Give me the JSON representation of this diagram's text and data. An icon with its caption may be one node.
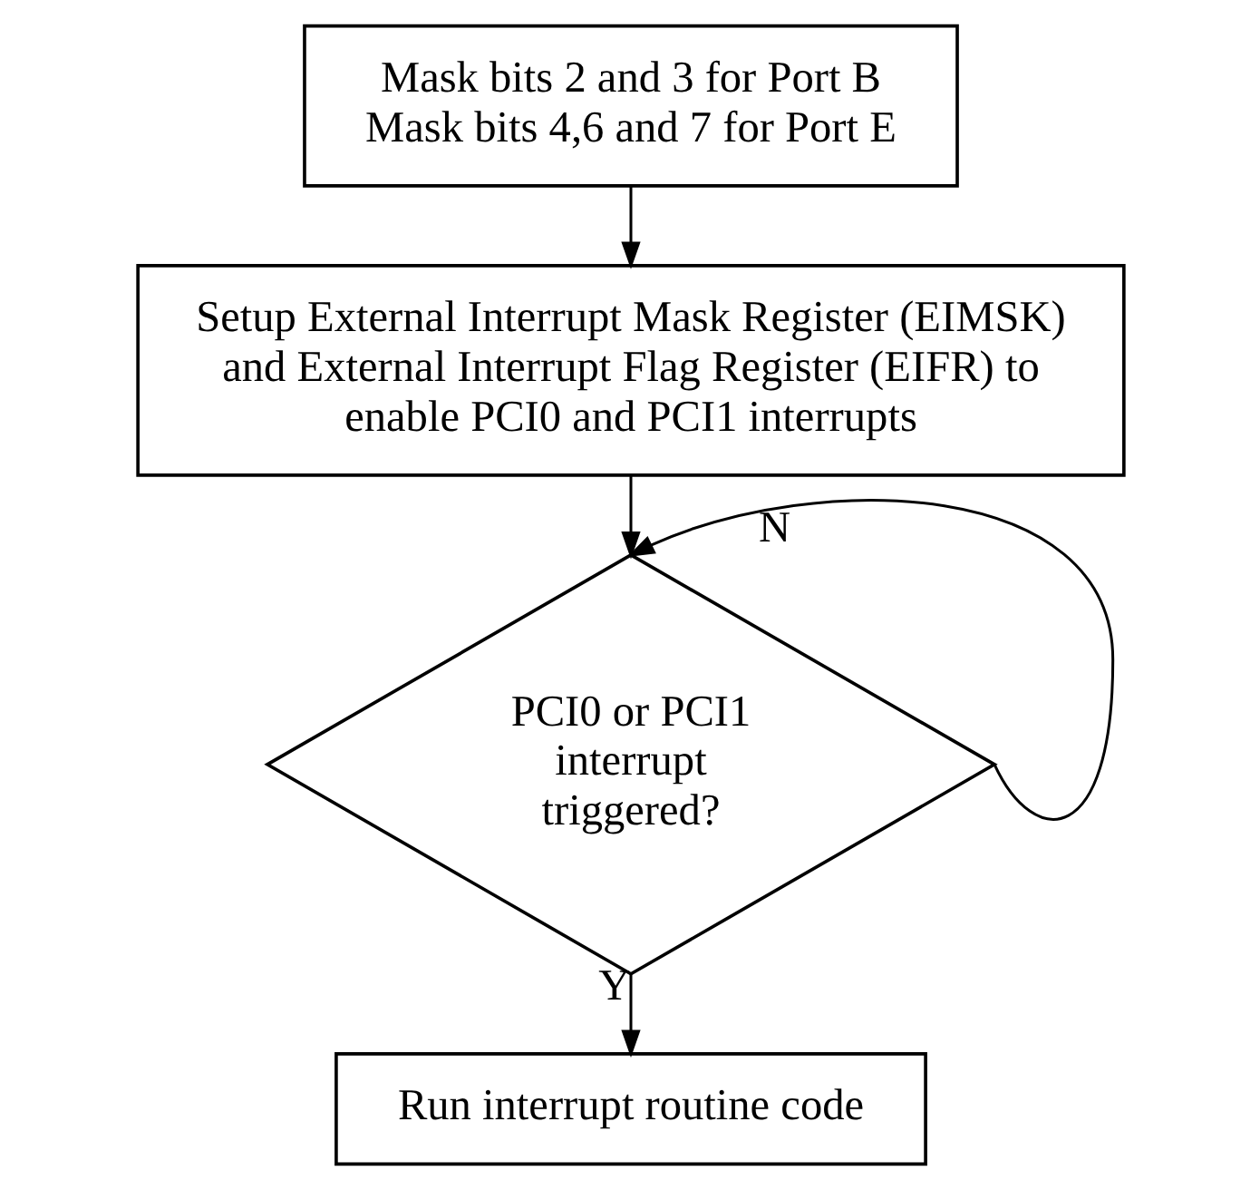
{
  "diagram": {
    "nodes": [
      {
        "text": [
          "Mask bits 2 and 3 for Port B",
          "Mask bits 4,6 and 7 for Port E"
        ]
      },
      {
        "text": [
          "Setup External Interrupt Mask Register (EIMSK) and External Interrupt Flag Register (EIFR) to enable PCI0 and PCI1 interrupts"
        ]
      },
      {
        "text": [
          "PCI0 or PCI1 interrupt triggered?"
        ]
      },
      {
        "text": [
          "Run interrupt routine code"
        ]
      }
    ],
    "edges": [
      {
        "from": 0,
        "to": 1,
        "arrow": "to"
      },
      {
        "from": 1,
        "to": 2,
        "arrow": "to"
      },
      {
        "from": 2,
        "to": 2,
        "arrow": "to",
        "label": "N"
      },
      {
        "from": 2,
        "to": 3,
        "arrow": "to",
        "label": "Y"
      }
    ]
  }
}
